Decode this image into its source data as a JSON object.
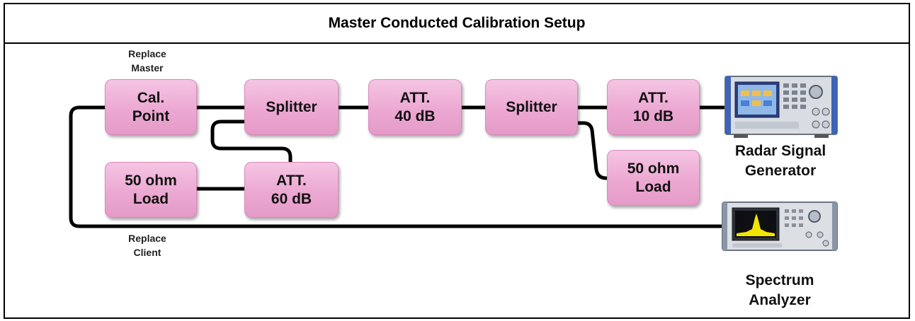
{
  "title": "Master Conducted Calibration Setup",
  "notes": {
    "replace_master": "Replace\nMaster",
    "replace_client": "Replace\nClient"
  },
  "blocks": {
    "cal_point": "Cal.\nPoint",
    "splitter_1": "Splitter",
    "att_40": "ATT.\n40 dB",
    "splitter_2": "Splitter",
    "att_10": "ATT.\n10 dB",
    "load_left": "50 ohm\nLoad",
    "att_60": "ATT.\n60 dB",
    "load_right": "50 ohm\nLoad"
  },
  "instruments": {
    "signal_generator": "Radar Signal\nGenerator",
    "spectrum_analyzer": "Spectrum\nAnalyzer"
  },
  "colors": {
    "block_fill": "#eca8d2",
    "wire": "#000000",
    "spectrum_trace": "#f2e600"
  }
}
